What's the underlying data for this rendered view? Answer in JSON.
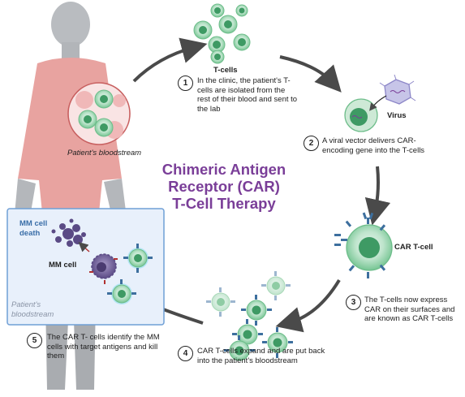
{
  "title": {
    "line1": "Chimeric Antigen",
    "line2": "Receptor (CAR)",
    "line3": "T-Cell Therapy"
  },
  "labels": {
    "patient_bloodstream": "Patient's bloodstream",
    "t_cells": "T-cells",
    "virus": "Virus",
    "car_t_cell": "CAR T-cell",
    "mm_cell_death": "MM cell death",
    "mm_cell": "MM cell",
    "inset_bloodstream": "Patient's bloodstream"
  },
  "steps": [
    {
      "number": "1",
      "text": "In the clinic, the patient's T-cells are isolated  from the rest of their blood and sent to the lab"
    },
    {
      "number": "2",
      "text": "A viral vector delivers CAR-encoding gene into the T-cells"
    },
    {
      "number": "3",
      "text": "The T-cells now express CAR on their surfaces and are known as CAR T-cells"
    },
    {
      "number": "4",
      "text": "CAR T-cells expand and are put back into the patient's bloodstream"
    },
    {
      "number": "5",
      "text": "The CAR T- cells identify the MM cells with target antigens and kill them"
    }
  ],
  "colors": {
    "title": "#7a3e98",
    "tcell": "#5bb57e",
    "car_receptor": "#3d6f9e",
    "mm_cell": "#7c6aa6",
    "inset_border": "#6f9fd6",
    "inset_fill": "#e8f0fb",
    "bloodstream_fill": "#f7d9d9",
    "shirt": "#e8a3a0",
    "arrow": "#4a4a4a"
  }
}
